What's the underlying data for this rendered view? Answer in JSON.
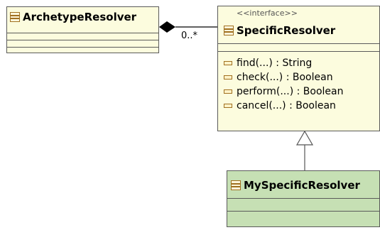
{
  "classes": {
    "archetype": {
      "name": "ArchetypeResolver"
    },
    "specific": {
      "stereotype": "<<interface>>",
      "name": "SpecificResolver",
      "operations": [
        "find(...) : String",
        "check(...) : Boolean",
        "perform(...) : Boolean",
        "cancel(...) : Boolean"
      ]
    },
    "my_specific": {
      "name": "MySpecificResolver"
    }
  },
  "associations": {
    "composition_multiplicity": "0..*"
  },
  "colors": {
    "interface_fill": "#fcfcde",
    "class_fill": "#c6e0b4",
    "border": "#5a5a5a",
    "icon": "#a07020"
  }
}
